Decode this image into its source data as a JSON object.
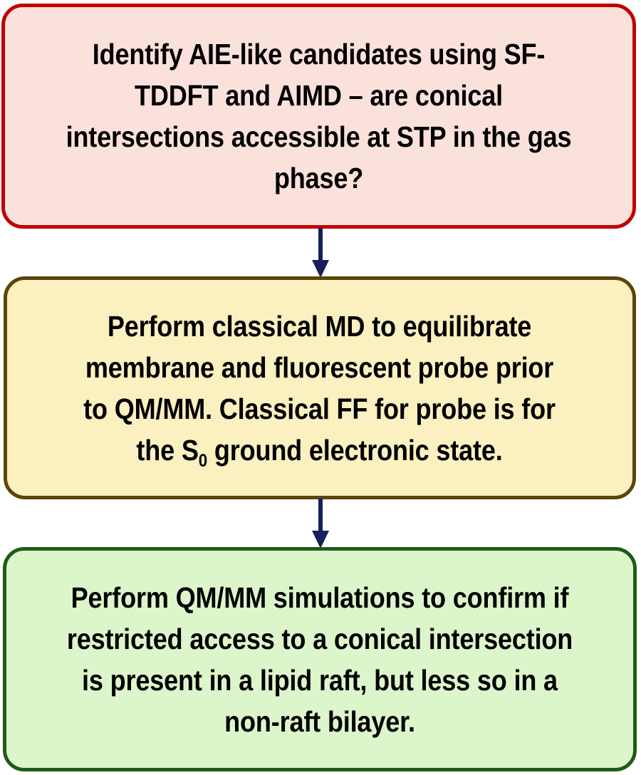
{
  "diagram": {
    "type": "flowchart",
    "orientation": "vertical",
    "background_color": "#FFFFFF",
    "nodes": [
      {
        "id": "question",
        "order": 1,
        "shape": "rounded-rectangle",
        "text": "Identify AIE-like candidates using SF-TDDFT and AIMD – are conical intersections accessible at STP in the gas phase?",
        "lines": [
          "Identify AIE-like candidates using SF-",
          "TDDFT and AIMD – are conical",
          "intersections accessible at STP in the",
          "gas phase?"
        ],
        "fill_color": "#FBE1DC",
        "border_color": "#C00000",
        "text_color": "#000000"
      },
      {
        "id": "classical-md",
        "order": 2,
        "shape": "rounded-rectangle",
        "text": "Perform classical MD to equilibrate membrane and fluorescent probe prior to QM/MM. Classical FF for probe is for the S0 ground electronic state.",
        "lines_html": [
          "Perform classical MD to equilibrate",
          "membrane and fluorescent probe prior",
          "to QM/MM. Classical FF for probe is for",
          "the S<sub>0</sub> ground electronic state."
        ],
        "subscript_note": "S has subscript 0 (ground electronic state)",
        "fill_color": "#FAF0C0",
        "border_color": "#5C4508",
        "text_color": "#000000"
      },
      {
        "id": "qmmm",
        "order": 3,
        "shape": "rounded-rectangle",
        "text": "Perform QM/MM simulations to confirm if restricted access to a conical intersection is present in a lipid raft, but less so in a non-raft bilayer.",
        "lines": [
          "Perform QM/MM simulations to",
          "confirm if restricted access to a conical",
          "intersection is present in a lipid raft,",
          "but less so in a non-raft bilayer."
        ],
        "fill_color": "#DDF5CB",
        "border_color": "#1E5B19",
        "text_color": "#000000"
      }
    ],
    "edges": [
      {
        "id": "question-to-md",
        "from": "question",
        "to": "classical-md",
        "style": "solid-arrow-down",
        "color": "#16215B"
      },
      {
        "id": "md-to-qmmm",
        "from": "classical-md",
        "to": "qmmm",
        "style": "solid-arrow-down",
        "color": "#16215B"
      }
    ]
  }
}
